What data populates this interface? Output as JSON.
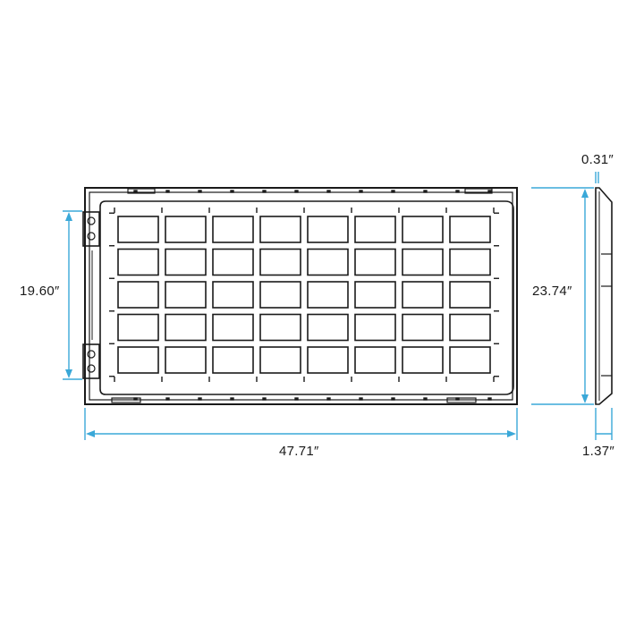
{
  "dimensions": {
    "overall_width": "47.71″",
    "inner_height": "19.60″",
    "overall_height": "23.74″",
    "lip_depth": "0.31″",
    "overall_depth": "1.37″"
  },
  "grid": {
    "rows": 5,
    "columns": 8
  },
  "colors": {
    "dimension_line": "#3aa8d8",
    "outline": "#1a1a1a"
  }
}
